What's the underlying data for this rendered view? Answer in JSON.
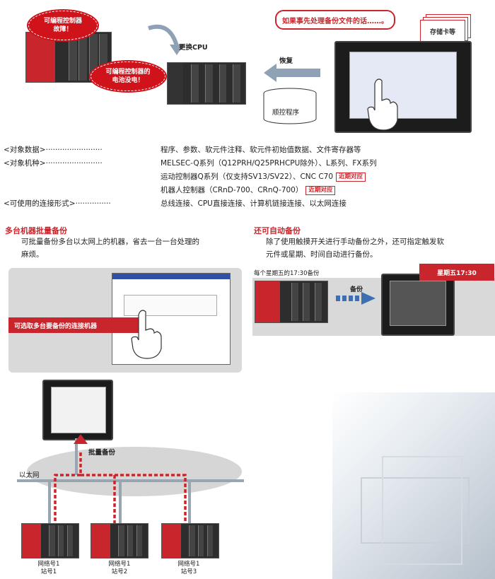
{
  "top": {
    "burst_fault": "可编程控制器\n故障！",
    "burst_battery": "可编程控制器的\n电池没电！",
    "replace_cpu": "更换CPU",
    "restore": "恢复",
    "seq_program": "顺控程序",
    "callout": "如果事先处理备份文件的话……。",
    "memory_card": "存储卡等"
  },
  "specs": [
    {
      "key": "<对象数据>",
      "dots": "························",
      "value": "程序、参数、软元件注释、软元件初始值数据、文件寄存器等",
      "badge": ""
    },
    {
      "key": "<对象机种>",
      "dots": "························",
      "value": "MELSEC-Q系列（Q12PRH/Q25PRHCPU除外）、L系列、FX系列",
      "badge": ""
    },
    {
      "key": "",
      "dots": "",
      "value": "运动控制器Q系列（仅支持SV13/SV22）、CNC C70",
      "badge": "近期对应"
    },
    {
      "key": "",
      "dots": "",
      "value": "机器人控制器（CRnD-700、CRnQ-700）",
      "badge": "近期对应"
    },
    {
      "key": "<可使用的连接形式>",
      "dots": "···············",
      "value": "总线连接、CPU直接连接、计算机链接连接、以太网连接",
      "badge": ""
    }
  ],
  "left_section": {
    "title": "多台机器批量备份",
    "body_line1": "可批量备份多台以太网上的机器，省去一台一台处理的",
    "body_line2": "麻烦。",
    "tag": "可选取多台要备份的连接机器"
  },
  "right_section": {
    "title": "还可自动备份",
    "body_line1": "除了使用触摸开关进行手动备份之外，还可指定触发软",
    "body_line2": "元件或星期、时间自动进行备份。",
    "schedule": "每个星期五的17:30备份",
    "backup": "备份",
    "day_tag": "星期五17:30"
  },
  "network": {
    "batch_backup": "批量备份",
    "ethernet": "以太网",
    "stations": [
      {
        "net": "网络号1",
        "station": "站号1"
      },
      {
        "net": "网络号1",
        "station": "站号2"
      },
      {
        "net": "网络号1",
        "station": "站号3"
      }
    ]
  },
  "colors": {
    "accent": "#c8262c",
    "gray_band": "#d9d9d9"
  }
}
